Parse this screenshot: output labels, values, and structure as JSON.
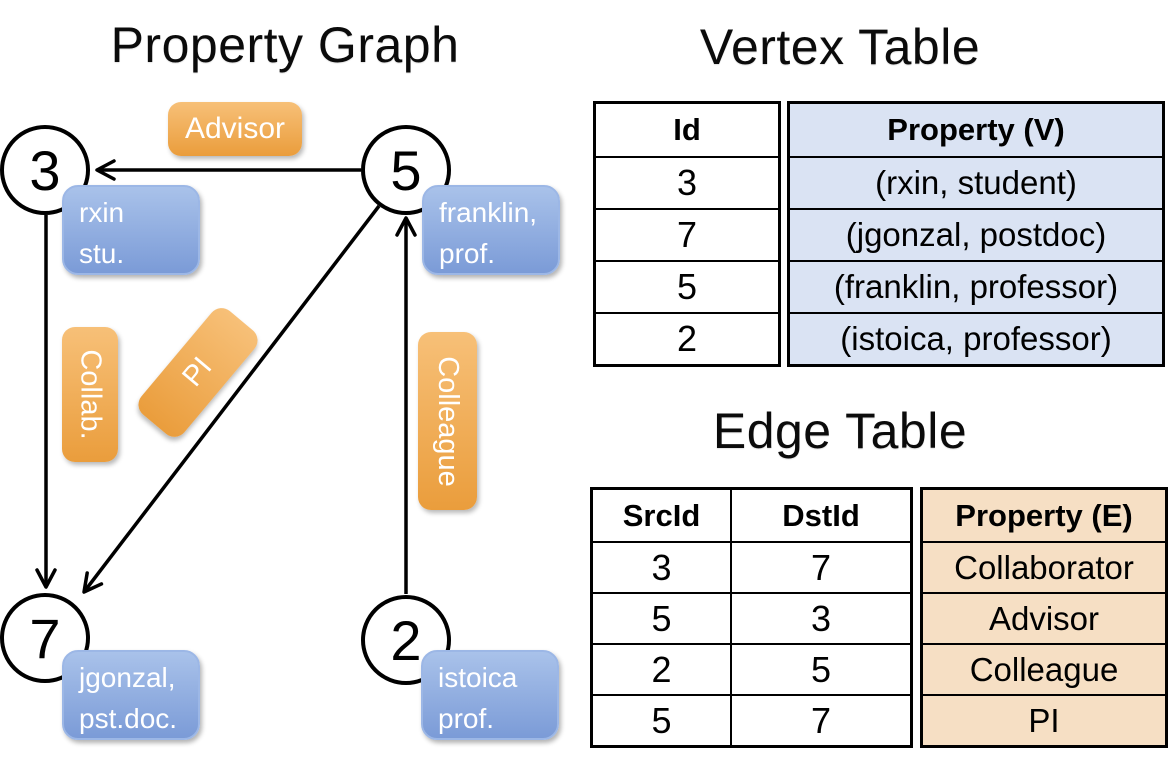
{
  "graph": {
    "title": "Property Graph",
    "nodes": [
      {
        "id": "3",
        "prop_line1": "rxin",
        "prop_line2": "stu."
      },
      {
        "id": "5",
        "prop_line1": "franklin,",
        "prop_line2": "prof."
      },
      {
        "id": "7",
        "prop_line1": "jgonzal,",
        "prop_line2": "pst.doc."
      },
      {
        "id": "2",
        "prop_line1": "istoica",
        "prop_line2": "prof."
      }
    ],
    "edge_labels": {
      "advisor": "Advisor",
      "collab": "Collab.",
      "pi": "PI",
      "colleague": "Colleague"
    }
  },
  "vertex_table": {
    "title": "Vertex Table",
    "headers": {
      "id": "Id",
      "property": "Property (V)"
    },
    "rows": [
      {
        "id": "3",
        "property": "(rxin, student)"
      },
      {
        "id": "7",
        "property": "(jgonzal, postdoc)"
      },
      {
        "id": "5",
        "property": "(franklin, professor)"
      },
      {
        "id": "2",
        "property": "(istoica, professor)"
      }
    ]
  },
  "edge_table": {
    "title": "Edge Table",
    "headers": {
      "src": "SrcId",
      "dst": "DstId",
      "property": "Property (E)"
    },
    "rows": [
      {
        "src": "3",
        "dst": "7",
        "property": "Collaborator"
      },
      {
        "src": "5",
        "dst": "3",
        "property": "Advisor"
      },
      {
        "src": "2",
        "dst": "5",
        "property": "Colleague"
      },
      {
        "src": "5",
        "dst": "7",
        "property": "PI"
      }
    ]
  },
  "colors": {
    "edge-label-top": "#f7c078",
    "edge-label-bottom": "#ea9d3c",
    "node-box-top": "#a9c2ea",
    "node-box-bottom": "#7b9bd7",
    "node-box-border": "#9cb7e6",
    "vertex-cell": "#dae3f3",
    "edge-cell": "#f6dfc4",
    "line": "#000000"
  }
}
